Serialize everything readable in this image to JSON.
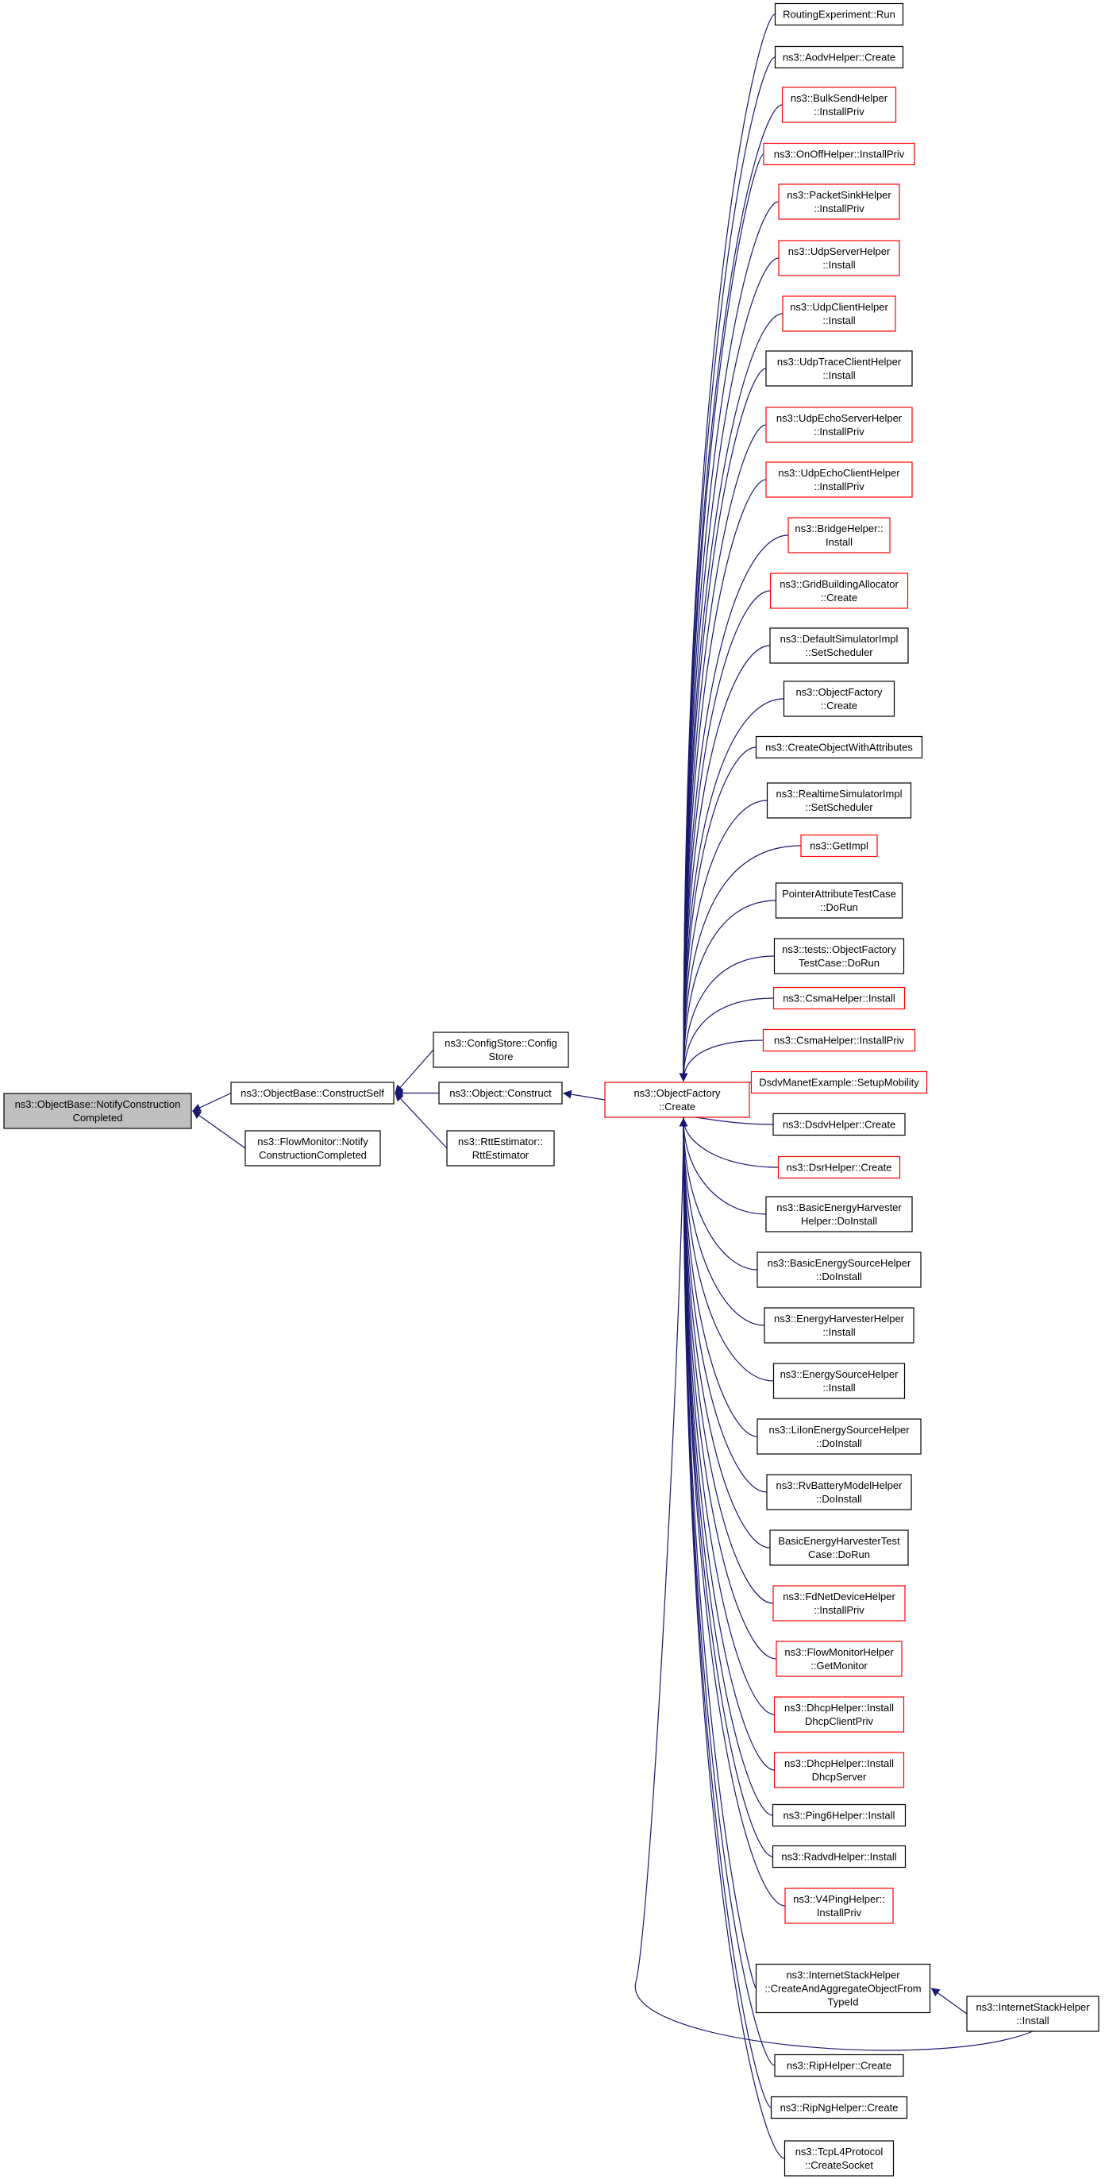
{
  "colors": {
    "edge": "#191970",
    "black_border": "#000000",
    "red_border": "#ff0000",
    "root_fill": "#bfbfbf",
    "node_fill": "#ffffff"
  },
  "nodes": [
    {
      "id": "root",
      "lines": [
        "ns3::ObjectBase::NotifyConstruction",
        "Completed"
      ],
      "border": "black",
      "highlight": true
    },
    {
      "id": "constructself",
      "lines": [
        "ns3::ObjectBase::ConstructSelf"
      ],
      "border": "black"
    },
    {
      "id": "flowmonitor-notify",
      "lines": [
        "ns3::FlowMonitor::Notify",
        "ConstructionCompleted"
      ],
      "border": "black"
    },
    {
      "id": "configstore",
      "lines": [
        "ns3::ConfigStore::Config",
        "Store"
      ],
      "border": "black"
    },
    {
      "id": "object-construct",
      "lines": [
        "ns3::Object::Construct"
      ],
      "border": "black"
    },
    {
      "id": "rttestimator",
      "lines": [
        "ns3::RttEstimator::",
        "RttEstimator"
      ],
      "border": "black"
    },
    {
      "id": "objectfactory-create",
      "lines": [
        "ns3::ObjectFactory",
        "::Create"
      ],
      "border": "red"
    },
    {
      "id": "c01",
      "lines": [
        "RoutingExperiment::Run"
      ],
      "border": "black"
    },
    {
      "id": "c02",
      "lines": [
        "ns3::AodvHelper::Create"
      ],
      "border": "black"
    },
    {
      "id": "c03",
      "lines": [
        "ns3::BulkSendHelper",
        "::InstallPriv"
      ],
      "border": "red"
    },
    {
      "id": "c04",
      "lines": [
        "ns3::OnOffHelper::InstallPriv"
      ],
      "border": "red"
    },
    {
      "id": "c05",
      "lines": [
        "ns3::PacketSinkHelper",
        "::InstallPriv"
      ],
      "border": "red"
    },
    {
      "id": "c06",
      "lines": [
        "ns3::UdpServerHelper",
        "::Install"
      ],
      "border": "red"
    },
    {
      "id": "c07",
      "lines": [
        "ns3::UdpClientHelper",
        "::Install"
      ],
      "border": "red"
    },
    {
      "id": "c08",
      "lines": [
        "ns3::UdpTraceClientHelper",
        "::Install"
      ],
      "border": "black"
    },
    {
      "id": "c09",
      "lines": [
        "ns3::UdpEchoServerHelper",
        "::InstallPriv"
      ],
      "border": "red"
    },
    {
      "id": "c10",
      "lines": [
        "ns3::UdpEchoClientHelper",
        "::InstallPriv"
      ],
      "border": "red"
    },
    {
      "id": "c11",
      "lines": [
        "ns3::BridgeHelper::",
        "Install"
      ],
      "border": "red"
    },
    {
      "id": "c12",
      "lines": [
        "ns3::GridBuildingAllocator",
        "::Create"
      ],
      "border": "red"
    },
    {
      "id": "c13",
      "lines": [
        "ns3::DefaultSimulatorImpl",
        "::SetScheduler"
      ],
      "border": "black"
    },
    {
      "id": "c14",
      "lines": [
        "ns3::ObjectFactory",
        "::Create"
      ],
      "border": "black"
    },
    {
      "id": "c15",
      "lines": [
        "ns3::CreateObjectWithAttributes"
      ],
      "border": "black"
    },
    {
      "id": "c16",
      "lines": [
        "ns3::RealtimeSimulatorImpl",
        "::SetScheduler"
      ],
      "border": "black"
    },
    {
      "id": "c17",
      "lines": [
        "ns3::GetImpl"
      ],
      "border": "red"
    },
    {
      "id": "c18",
      "lines": [
        "PointerAttributeTestCase",
        "::DoRun"
      ],
      "border": "black"
    },
    {
      "id": "c19",
      "lines": [
        "ns3::tests::ObjectFactory",
        "TestCase::DoRun"
      ],
      "border": "black"
    },
    {
      "id": "c20",
      "lines": [
        "ns3::CsmaHelper::Install"
      ],
      "border": "red"
    },
    {
      "id": "c21",
      "lines": [
        "ns3::CsmaHelper::InstallPriv"
      ],
      "border": "red"
    },
    {
      "id": "c22",
      "lines": [
        "DsdvManetExample::SetupMobility"
      ],
      "border": "red"
    },
    {
      "id": "c23",
      "lines": [
        "ns3::DsdvHelper::Create"
      ],
      "border": "black"
    },
    {
      "id": "c24",
      "lines": [
        "ns3::DsrHelper::Create"
      ],
      "border": "red"
    },
    {
      "id": "c25",
      "lines": [
        "ns3::BasicEnergyHarvester",
        "Helper::DoInstall"
      ],
      "border": "black"
    },
    {
      "id": "c26",
      "lines": [
        "ns3::BasicEnergySourceHelper",
        "::DoInstall"
      ],
      "border": "black"
    },
    {
      "id": "c27",
      "lines": [
        "ns3::EnergyHarvesterHelper",
        "::Install"
      ],
      "border": "black"
    },
    {
      "id": "c28",
      "lines": [
        "ns3::EnergySourceHelper",
        "::Install"
      ],
      "border": "black"
    },
    {
      "id": "c29",
      "lines": [
        "ns3::LiIonEnergySourceHelper",
        "::DoInstall"
      ],
      "border": "black"
    },
    {
      "id": "c30",
      "lines": [
        "ns3::RvBatteryModelHelper",
        "::DoInstall"
      ],
      "border": "black"
    },
    {
      "id": "c31",
      "lines": [
        "BasicEnergyHarvesterTest",
        "Case::DoRun"
      ],
      "border": "black"
    },
    {
      "id": "c32",
      "lines": [
        "ns3::FdNetDeviceHelper",
        "::InstallPriv"
      ],
      "border": "red"
    },
    {
      "id": "c33",
      "lines": [
        "ns3::FlowMonitorHelper",
        "::GetMonitor"
      ],
      "border": "red"
    },
    {
      "id": "c34",
      "lines": [
        "ns3::DhcpHelper::Install",
        "DhcpClientPriv"
      ],
      "border": "red"
    },
    {
      "id": "c35",
      "lines": [
        "ns3::DhcpHelper::Install",
        "DhcpServer"
      ],
      "border": "red"
    },
    {
      "id": "c36",
      "lines": [
        "ns3::Ping6Helper::Install"
      ],
      "border": "black"
    },
    {
      "id": "c37",
      "lines": [
        "ns3::RadvdHelper::Install"
      ],
      "border": "black"
    },
    {
      "id": "c38",
      "lines": [
        "ns3::V4PingHelper::",
        "InstallPriv"
      ],
      "border": "red"
    },
    {
      "id": "c39",
      "lines": [
        "ns3::InternetStackHelper",
        "::CreateAndAggregateObjectFrom",
        "TypeId"
      ],
      "border": "black"
    },
    {
      "id": "c40",
      "lines": [
        "ns3::RipHelper::Create"
      ],
      "border": "black"
    },
    {
      "id": "c41",
      "lines": [
        "ns3::RipNgHelper::Create"
      ],
      "border": "black"
    },
    {
      "id": "c42",
      "lines": [
        "ns3::TcpL4Protocol",
        "::CreateSocket"
      ],
      "border": "black"
    },
    {
      "id": "ish-install",
      "lines": [
        "ns3::InternetStackHelper",
        "::Install"
      ],
      "border": "black"
    }
  ],
  "edges": [
    {
      "from": "constructself",
      "to": "root"
    },
    {
      "from": "flowmonitor-notify",
      "to": "root"
    },
    {
      "from": "configstore",
      "to": "constructself"
    },
    {
      "from": "object-construct",
      "to": "constructself"
    },
    {
      "from": "rttestimator",
      "to": "constructself"
    },
    {
      "from": "objectfactory-create",
      "to": "object-construct"
    },
    {
      "from": "c01",
      "to": "objectfactory-create"
    },
    {
      "from": "c02",
      "to": "objectfactory-create"
    },
    {
      "from": "c03",
      "to": "objectfactory-create"
    },
    {
      "from": "c04",
      "to": "objectfactory-create"
    },
    {
      "from": "c05",
      "to": "objectfactory-create"
    },
    {
      "from": "c06",
      "to": "objectfactory-create"
    },
    {
      "from": "c07",
      "to": "objectfactory-create"
    },
    {
      "from": "c08",
      "to": "objectfactory-create"
    },
    {
      "from": "c09",
      "to": "objectfactory-create"
    },
    {
      "from": "c10",
      "to": "objectfactory-create"
    },
    {
      "from": "c11",
      "to": "objectfactory-create"
    },
    {
      "from": "c12",
      "to": "objectfactory-create"
    },
    {
      "from": "c13",
      "to": "objectfactory-create"
    },
    {
      "from": "c14",
      "to": "objectfactory-create"
    },
    {
      "from": "c15",
      "to": "objectfactory-create"
    },
    {
      "from": "c16",
      "to": "objectfactory-create"
    },
    {
      "from": "c17",
      "to": "objectfactory-create"
    },
    {
      "from": "c18",
      "to": "objectfactory-create"
    },
    {
      "from": "c19",
      "to": "objectfactory-create"
    },
    {
      "from": "c20",
      "to": "objectfactory-create"
    },
    {
      "from": "c21",
      "to": "objectfactory-create"
    },
    {
      "from": "c22",
      "to": "objectfactory-create"
    },
    {
      "from": "c23",
      "to": "objectfactory-create"
    },
    {
      "from": "c24",
      "to": "objectfactory-create"
    },
    {
      "from": "c25",
      "to": "objectfactory-create"
    },
    {
      "from": "c26",
      "to": "objectfactory-create"
    },
    {
      "from": "c27",
      "to": "objectfactory-create"
    },
    {
      "from": "c28",
      "to": "objectfactory-create"
    },
    {
      "from": "c29",
      "to": "objectfactory-create"
    },
    {
      "from": "c30",
      "to": "objectfactory-create"
    },
    {
      "from": "c31",
      "to": "objectfactory-create"
    },
    {
      "from": "c32",
      "to": "objectfactory-create"
    },
    {
      "from": "c33",
      "to": "objectfactory-create"
    },
    {
      "from": "c34",
      "to": "objectfactory-create"
    },
    {
      "from": "c35",
      "to": "objectfactory-create"
    },
    {
      "from": "c36",
      "to": "objectfactory-create"
    },
    {
      "from": "c37",
      "to": "objectfactory-create"
    },
    {
      "from": "c38",
      "to": "objectfactory-create"
    },
    {
      "from": "c39",
      "to": "objectfactory-create"
    },
    {
      "from": "c40",
      "to": "objectfactory-create"
    },
    {
      "from": "c41",
      "to": "objectfactory-create"
    },
    {
      "from": "c42",
      "to": "objectfactory-create"
    },
    {
      "from": "ish-install",
      "to": "objectfactory-create"
    },
    {
      "from": "ish-install",
      "to": "c39"
    }
  ]
}
